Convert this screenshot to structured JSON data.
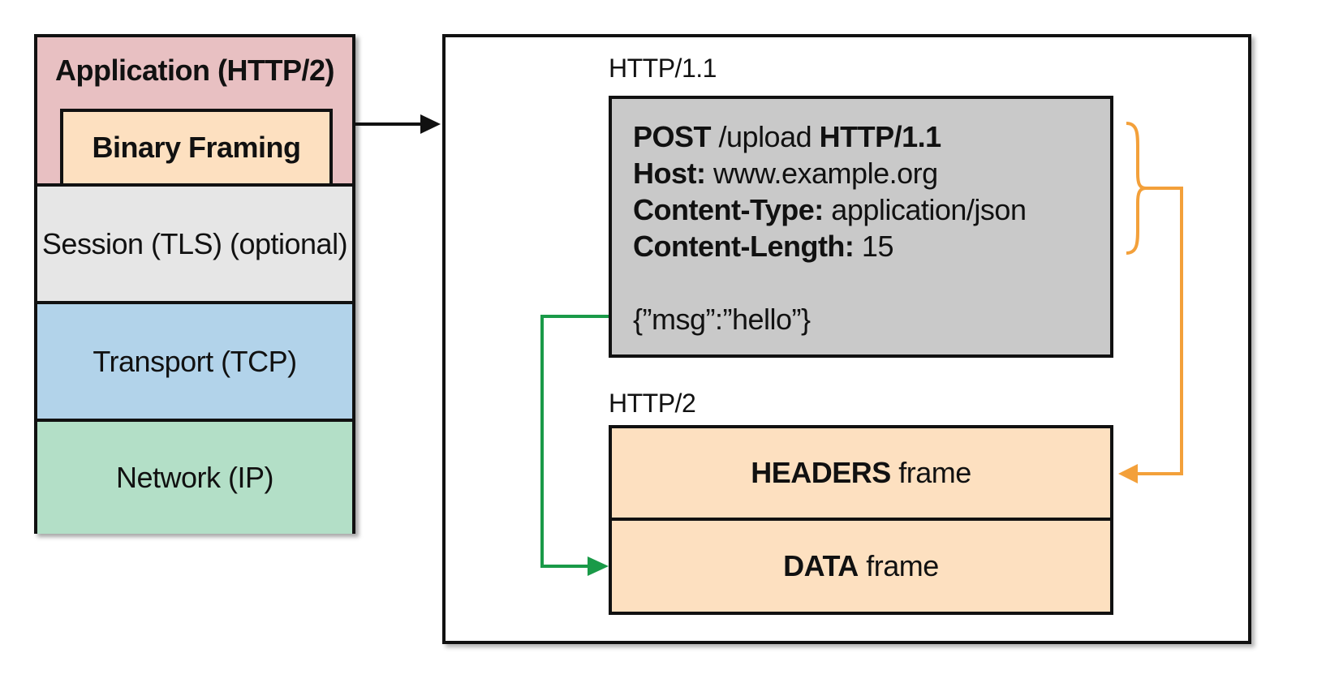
{
  "stack": {
    "application": "Application (HTTP/2)",
    "binary_framing": "Binary Framing",
    "session": "Session (TLS) (optional)",
    "transport": "Transport (TCP)",
    "network": "Network (IP)"
  },
  "http1": {
    "label": "HTTP/1.1",
    "request_method": "POST",
    "request_path": " /upload ",
    "request_version": "HTTP/1.1",
    "host_key": "Host:",
    "host_value": " www.example.org",
    "content_type_key": "Content-Type:",
    "content_type_value": " application/json",
    "content_length_key": "Content-Length:",
    "content_length_value": " 15",
    "body": "{”msg”:”hello”}"
  },
  "http2": {
    "label": "HTTP/2",
    "headers_key": "HEADERS",
    "headers_suffix": " frame",
    "data_key": "DATA",
    "data_suffix": " frame"
  },
  "colors": {
    "application": "#e8c0c2",
    "binary_framing": "#fde0c0",
    "session": "#e6e6e6",
    "transport": "#b2d3ea",
    "network": "#b3dfc7",
    "request_box": "#c9c9c9",
    "frame": "#fde0c0",
    "headers_arrow": "#f3a03a",
    "data_arrow": "#1a9a48"
  }
}
